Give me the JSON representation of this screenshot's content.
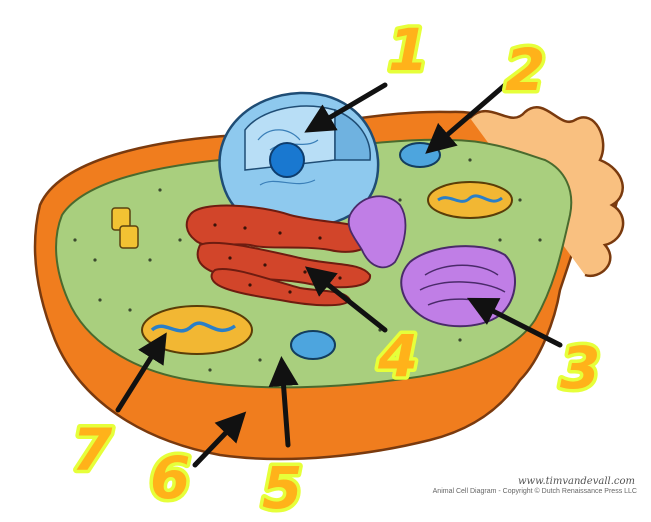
{
  "diagram": {
    "labels": [
      "1",
      "2",
      "3",
      "4",
      "5",
      "6",
      "7"
    ],
    "website": "www.timvandevall.com",
    "caption": "Animal Cell Diagram - Copyright © Dutch Renaissance Press LLC"
  },
  "colors": {
    "membrane_outer": "#f07d1e",
    "membrane_inner": "#f9c080",
    "cytoplasm": "#a9cf7e",
    "nucleus": "#8ec9ee",
    "nucleolus": "#1978d0",
    "er_rough": "#d2452a",
    "golgi": "#c07ee6",
    "lysosome": "#4da5de",
    "mitochondria": "#f2b733",
    "label_fill": "#ffb21a",
    "label_outline": "#e6ff3a"
  }
}
